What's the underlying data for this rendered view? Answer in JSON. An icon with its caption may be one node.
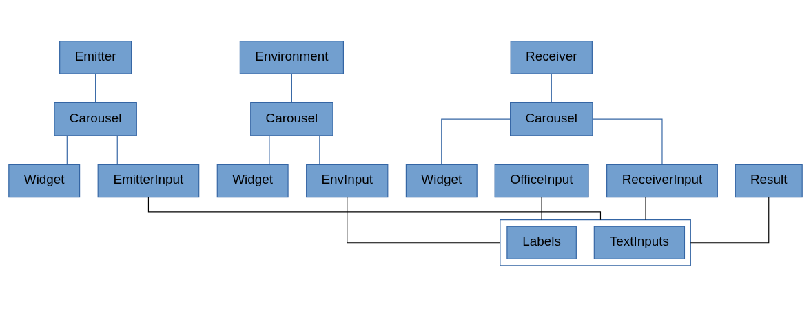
{
  "diagram": {
    "nodes": [
      {
        "text": [
          "Emitter"
        ]
      },
      {
        "text": [
          "Environment"
        ]
      },
      {
        "text": [
          "Receiver"
        ]
      },
      {
        "text": [
          "Carousel"
        ]
      },
      {
        "text": [
          "Carousel"
        ]
      },
      {
        "text": [
          "Carousel"
        ]
      },
      {
        "text": [
          "Widget"
        ]
      },
      {
        "text": [
          "EmitterInput"
        ]
      },
      {
        "text": [
          "Widget"
        ]
      },
      {
        "text": [
          "EnvInput"
        ]
      },
      {
        "text": [
          "Widget"
        ]
      },
      {
        "text": [
          "ReceiverInput"
        ]
      },
      {
        "text": [
          "OfficeInput"
        ]
      },
      {
        "text": [
          "Result"
        ]
      },
      {
        "text": [],
        "shape": "box"
      },
      {
        "text": [
          "Labels"
        ],
        "in": 14
      },
      {
        "text": [
          "TextInputs"
        ],
        "in": 14
      }
    ],
    "edges": [
      {
        "from": 0,
        "to": 3,
        "arrow": "none"
      },
      {
        "from": 3,
        "to": 6,
        "arrow": "none"
      },
      {
        "from": 3,
        "to": 7,
        "arrow": "none"
      },
      {
        "from": 1,
        "to": 4,
        "arrow": "none"
      },
      {
        "from": 4,
        "to": 8,
        "arrow": "none"
      },
      {
        "from": 4,
        "to": 9,
        "arrow": "none"
      },
      {
        "from": 2,
        "to": 5,
        "arrow": "none"
      },
      {
        "from": 5,
        "to": 10,
        "arrow": "none"
      },
      {
        "from": 5,
        "to": 11,
        "arrow": "none"
      },
      {
        "from": 7,
        "to": 14,
        "arrow": "none",
        "color": "#000000"
      },
      {
        "from": 9,
        "to": 14,
        "arrow": "none",
        "color": "#000000"
      },
      {
        "from": 11,
        "to": 14,
        "arrow": "none",
        "color": "#000000"
      },
      {
        "from": 12,
        "to": 14,
        "arrow": "none",
        "color": "#000000"
      },
      {
        "from": 13,
        "to": 14,
        "arrow": "none",
        "color": "#000000"
      }
    ]
  }
}
